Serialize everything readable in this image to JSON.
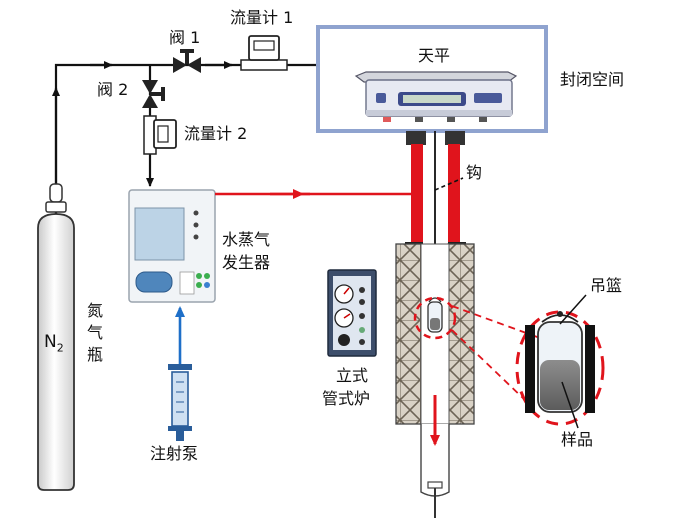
{
  "labels": {
    "valve1": "阀 1",
    "valve2": "阀 2",
    "flowmeter1": "流量计 1",
    "flowmeter2": "流量计 2",
    "balance": "天平",
    "enclosed_space": "封闭空间",
    "hook": "钩",
    "steam_generator_line1": "水蒸气",
    "steam_generator_line2": "发生器",
    "basket": "吊篮",
    "furnace_line1": "立式",
    "furnace_line2": "管式炉",
    "sample": "样品",
    "syringe_pump": "注射泵",
    "n2": "N",
    "n2_sub": "2",
    "cylinder": "氮气瓶"
  },
  "colors": {
    "gas_line": "#111111",
    "heated_tube": "#e0141c",
    "water_line": "#1e6fc8",
    "enclosure": "#8fa3cf",
    "furnace_fill": "#d8cfc0"
  }
}
